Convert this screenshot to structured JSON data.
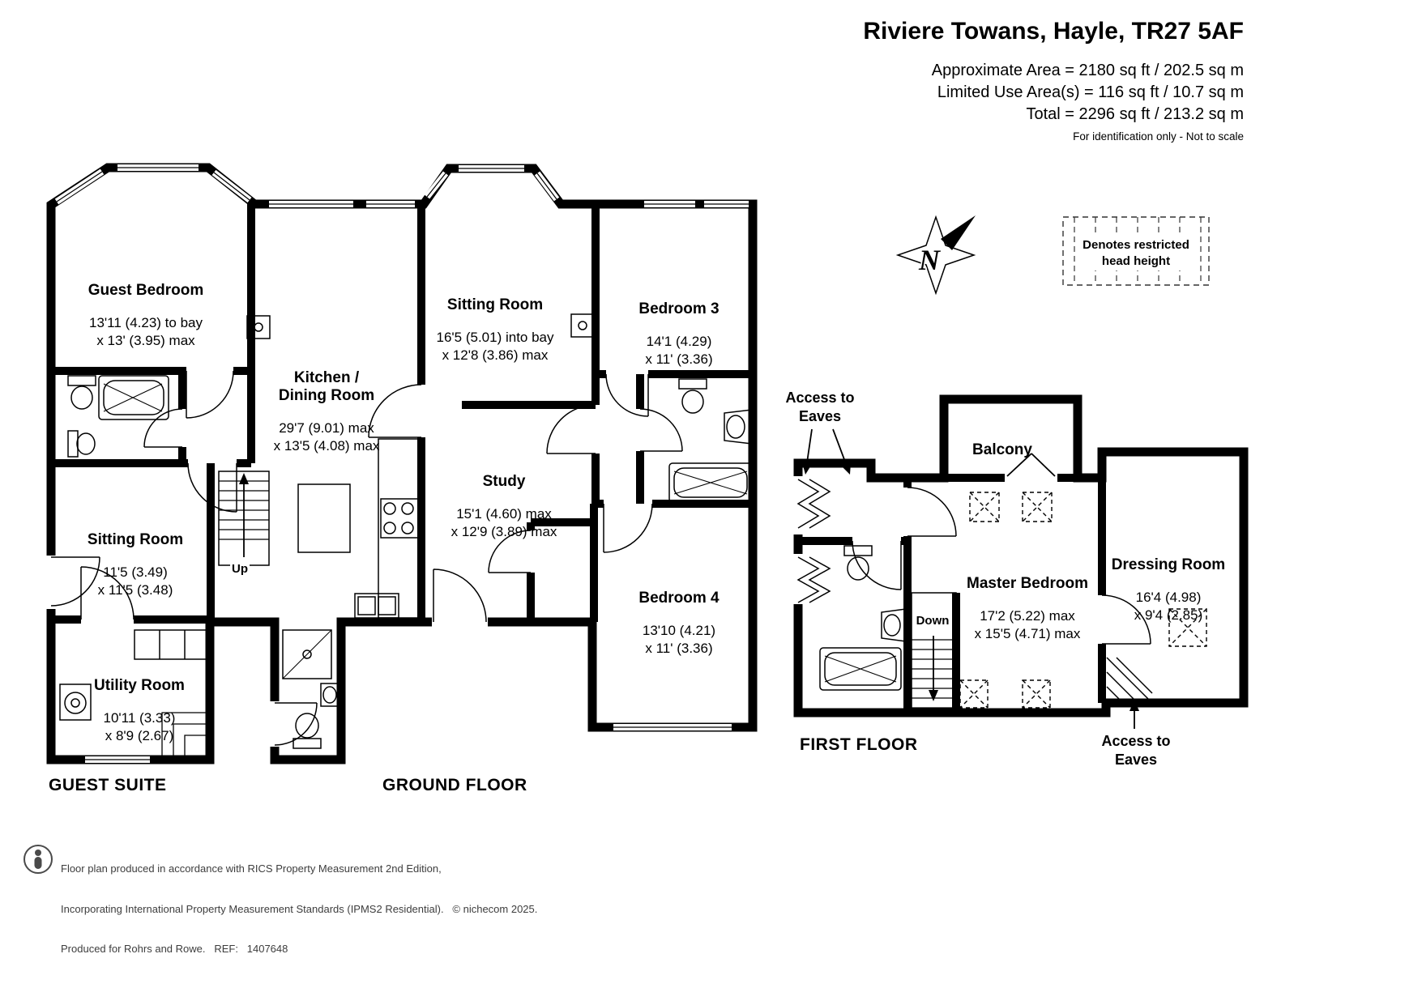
{
  "header": {
    "title": "Riviere Towans, Hayle, TR27 5AF",
    "approx_area": "Approximate Area = 2180 sq ft / 202.5 sq m",
    "limited_area": "Limited Use Area(s) = 116 sq ft / 10.7 sq m",
    "total_area": "Total = 2296 sq ft / 213.2 sq m",
    "disclaimer": "For identification only - Not to scale"
  },
  "compass": {
    "north_label": "N"
  },
  "legend": {
    "restricted_text": "Denotes restricted\nhead height"
  },
  "rooms": {
    "guest_bedroom": {
      "name": "Guest Bedroom",
      "dims": "13'11 (4.23) to bay\nx 13' (3.95) max"
    },
    "kitchen_dining": {
      "name": "Kitchen /\nDining Room",
      "dims": "29'7 (9.01) max\nx 13'5 (4.08) max"
    },
    "sitting_room_main": {
      "name": "Sitting Room",
      "dims": "16'5 (5.01) into bay\nx 12'8 (3.86) max"
    },
    "bedroom_3": {
      "name": "Bedroom 3",
      "dims": "14'1 (4.29)\nx 11' (3.36)"
    },
    "sitting_room_guest": {
      "name": "Sitting Room",
      "dims": "11'5 (3.49)\nx 11'5 (3.48)"
    },
    "study": {
      "name": "Study",
      "dims": "15'1 (4.60) max\nx 12'9 (3.89) max"
    },
    "bedroom_4": {
      "name": "Bedroom 4",
      "dims": "13'10 (4.21)\nx 11' (3.36)"
    },
    "utility_room": {
      "name": "Utility Room",
      "dims": "10'11 (3.33)\nx 8'9 (2.67)"
    },
    "master_bedroom": {
      "name": "Master Bedroom",
      "dims": "17'2 (5.22) max\nx 15'5 (4.71) max"
    },
    "dressing_room": {
      "name": "Dressing Room",
      "dims": "16'4 (4.98)\nx 9'4 (2.85)"
    },
    "balcony": {
      "name": "Balcony",
      "dims": ""
    }
  },
  "annotations": {
    "access_eaves_top": "Access to\nEaves",
    "access_eaves_bottom": "Access to\nEaves",
    "stairs_up": "Up",
    "stairs_down": "Down"
  },
  "sections": {
    "guest_suite": "GUEST SUITE",
    "ground_floor": "GROUND FLOOR",
    "first_floor": "FIRST FLOOR"
  },
  "footer": {
    "line1": "Floor plan produced in accordance with RICS Property Measurement 2nd Edition,",
    "line2": "Incorporating International Property Measurement Standards (IPMS2 Residential).   © nichecom 2025.",
    "line3": "Produced for Rohrs and Rowe.   REF:   1407648"
  }
}
